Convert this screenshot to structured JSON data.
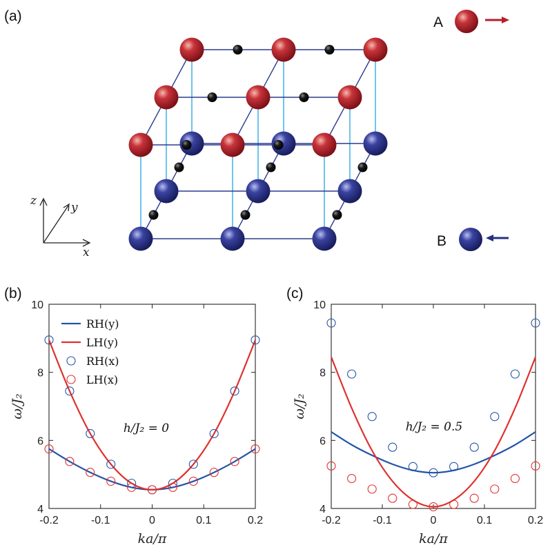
{
  "panel_labels": {
    "a": "(a)",
    "b": "(b)",
    "c": "(c)"
  },
  "lattice": {
    "site_a_label": "A",
    "site_b_label": "B",
    "axes": {
      "x": "x",
      "y": "y",
      "z": "z"
    },
    "colors": {
      "site_a": "#b5202a",
      "site_b": "#27307f",
      "small": "#111111",
      "edge": "#2b3a8f",
      "vertical": "#3fb0e6"
    }
  },
  "colors": {
    "rh": "#2454a6",
    "lh": "#e0302e"
  },
  "chart_data": [
    {
      "type": "line",
      "panel": "b",
      "xlabel": "ka/π",
      "ylabel": "ω/J₂",
      "xlim": [
        -0.2,
        0.2
      ],
      "ylim": [
        4,
        10
      ],
      "xticks": [
        "-0.2",
        "-0.1",
        "0",
        "0.1",
        "0.2"
      ],
      "yticks": [
        "4",
        "6",
        "8",
        "10"
      ],
      "annotation": "h/J₂ = 0",
      "legend_position": "top-left",
      "series": [
        {
          "name": "RH(y)",
          "kind": "line",
          "color": "#2454a6",
          "x": [
            -0.2,
            -0.16,
            -0.12,
            -0.08,
            -0.04,
            0,
            0.04,
            0.08,
            0.12,
            0.16,
            0.2
          ],
          "y": [
            5.75,
            5.38,
            5.06,
            4.8,
            4.62,
            4.55,
            4.62,
            4.8,
            5.06,
            5.38,
            5.75
          ]
        },
        {
          "name": "LH(y)",
          "kind": "line",
          "color": "#e0302e",
          "x": [
            -0.2,
            -0.16,
            -0.12,
            -0.08,
            -0.04,
            0,
            0.04,
            0.08,
            0.12,
            0.16,
            0.2
          ],
          "y": [
            8.95,
            7.45,
            6.2,
            5.3,
            4.74,
            4.55,
            4.74,
            5.3,
            6.2,
            7.45,
            8.95
          ]
        },
        {
          "name": "RH(x)",
          "kind": "markers",
          "color": "#2454a6",
          "x": [
            -0.2,
            -0.16,
            -0.12,
            -0.08,
            -0.04,
            0,
            0.04,
            0.08,
            0.12,
            0.16,
            0.2
          ],
          "y": [
            8.95,
            7.45,
            6.2,
            5.3,
            4.74,
            4.55,
            4.74,
            5.3,
            6.2,
            7.45,
            8.95
          ]
        },
        {
          "name": "LH(x)",
          "kind": "markers",
          "color": "#e0302e",
          "x": [
            -0.2,
            -0.16,
            -0.12,
            -0.08,
            -0.04,
            0,
            0.04,
            0.08,
            0.12,
            0.16,
            0.2
          ],
          "y": [
            5.75,
            5.38,
            5.06,
            4.8,
            4.62,
            4.55,
            4.62,
            4.8,
            5.06,
            5.38,
            5.75
          ]
        }
      ]
    },
    {
      "type": "line",
      "panel": "c",
      "xlabel": "ka/π",
      "ylabel": "ω/J₂",
      "xlim": [
        -0.2,
        0.2
      ],
      "ylim": [
        4,
        10
      ],
      "xticks": [
        "-0.2",
        "-0.1",
        "0",
        "0.1",
        "0.2"
      ],
      "yticks": [
        "4",
        "6",
        "8",
        "10"
      ],
      "annotation": "h/J₂ = 0.5",
      "series": [
        {
          "kind": "line",
          "color": "#2454a6",
          "x": [
            -0.2,
            -0.16,
            -0.12,
            -0.08,
            -0.04,
            0,
            0.04,
            0.08,
            0.12,
            0.16,
            0.2
          ],
          "y": [
            6.25,
            5.87,
            5.56,
            5.3,
            5.12,
            5.05,
            5.12,
            5.3,
            5.56,
            5.87,
            6.25
          ]
        },
        {
          "kind": "line",
          "color": "#e0302e",
          "x": [
            -0.2,
            -0.16,
            -0.12,
            -0.08,
            -0.04,
            0,
            0.04,
            0.08,
            0.12,
            0.16,
            0.2
          ],
          "y": [
            8.45,
            6.95,
            5.7,
            4.8,
            4.25,
            4.05,
            4.25,
            4.8,
            5.7,
            6.95,
            8.45
          ]
        },
        {
          "kind": "markers",
          "color": "#2454a6",
          "x": [
            -0.2,
            -0.16,
            -0.12,
            -0.08,
            -0.04,
            0,
            0.04,
            0.08,
            0.12,
            0.16,
            0.2
          ],
          "y": [
            9.45,
            7.95,
            6.7,
            5.8,
            5.23,
            5.05,
            5.23,
            5.8,
            6.7,
            7.95,
            9.45
          ]
        },
        {
          "kind": "markers",
          "color": "#e0302e",
          "x": [
            -0.2,
            -0.16,
            -0.12,
            -0.08,
            -0.04,
            0,
            0.04,
            0.08,
            0.12,
            0.16,
            0.2
          ],
          "y": [
            5.25,
            4.88,
            4.57,
            4.3,
            4.12,
            4.05,
            4.12,
            4.3,
            4.57,
            4.88,
            5.25
          ]
        }
      ]
    }
  ]
}
